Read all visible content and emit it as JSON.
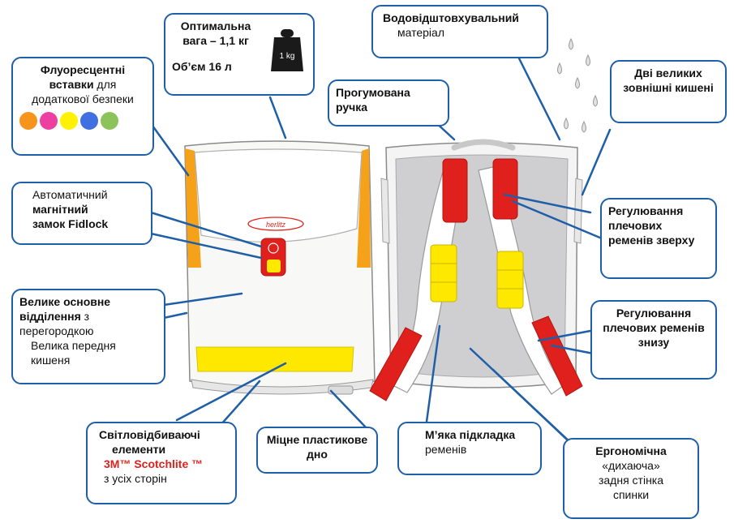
{
  "callouts": {
    "fluor": {
      "bold": "Флуоресцентні вставки",
      "rest": " для додаткової безпеки"
    },
    "weight": {
      "line1": "Оптимальна",
      "line2": "вага – 1,1 кг",
      "line3": "Об’єм 16 л",
      "weight_label": "1 kg"
    },
    "waterproof": {
      "bold": "Водовідштовхувальний",
      "rest": "матеріал"
    },
    "handle": {
      "text": "Прогумована ручка"
    },
    "pockets": {
      "text": "Дві великих зовнішні кишені"
    },
    "lock": {
      "line1": "Автоматичний",
      "line2": "магнітний",
      "line3": "замок Fidlock"
    },
    "shoulder_top": {
      "text": "Регулювання плечових ременів зверху"
    },
    "main": {
      "bold": "Велике основне відділення",
      "rest1": " з перегородкою",
      "rest2": "Велика передня кишеня"
    },
    "shoulder_bottom": {
      "text": "Регулювання плечових ременів знизу"
    },
    "reflective": {
      "line1": "Світловідбиваючі",
      "line2": "елементи",
      "brand": "3M™ Scotchlite ™",
      "line4": "з усіх сторін"
    },
    "bottom": {
      "text": "Міцне пластикове дно"
    },
    "padding": {
      "bold": "М’яка підкладка",
      "rest": "ременів"
    },
    "ergo": {
      "bold": "Ергономічна",
      "line2": "«дихаюча»",
      "line3": "задня стінка",
      "line4": "спинки"
    }
  },
  "logo_text": "herlitz",
  "dot_colors": [
    "#f7941d",
    "#ec3fa0",
    "#fff200",
    "#3f6fe0",
    "#8dc35b"
  ],
  "colors": {
    "border": "#1f5fa8",
    "orange": "#f5a11a",
    "yellow": "#ffe800",
    "red": "#e0201c",
    "gray": "#cfcfd1"
  }
}
